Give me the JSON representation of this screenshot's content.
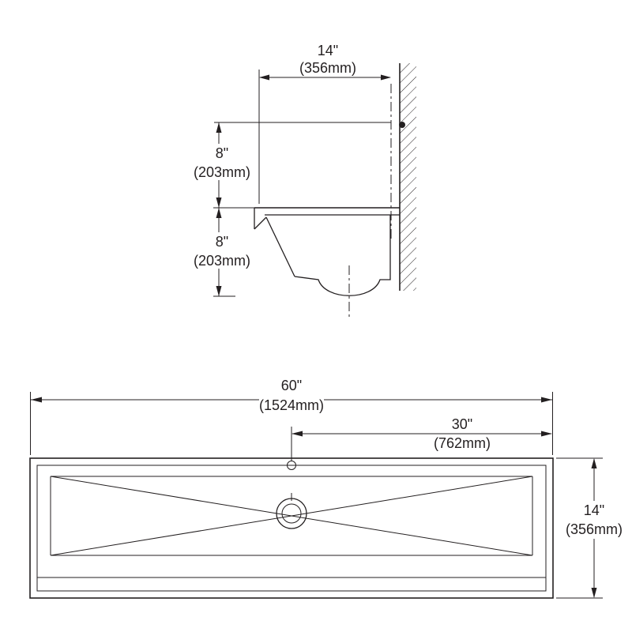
{
  "page": {
    "background": "#ffffff",
    "line_color": "#231f20",
    "drawing_type": "wall-mounted wash sink dimension drawing"
  },
  "side_view": {
    "width": {
      "inches": "14\"",
      "mm": "(356mm)"
    },
    "upper_height": {
      "inches": "8\"",
      "mm": "(203mm)"
    },
    "lower_height": {
      "inches": "8\"",
      "mm": "(203mm)"
    }
  },
  "plan_view": {
    "overall_width": {
      "inches": "60\"",
      "mm": "(1524mm)"
    },
    "center_offset": {
      "inches": "30\"",
      "mm": "(762mm)"
    },
    "depth": {
      "inches": "14\"",
      "mm": "(356mm)"
    }
  }
}
